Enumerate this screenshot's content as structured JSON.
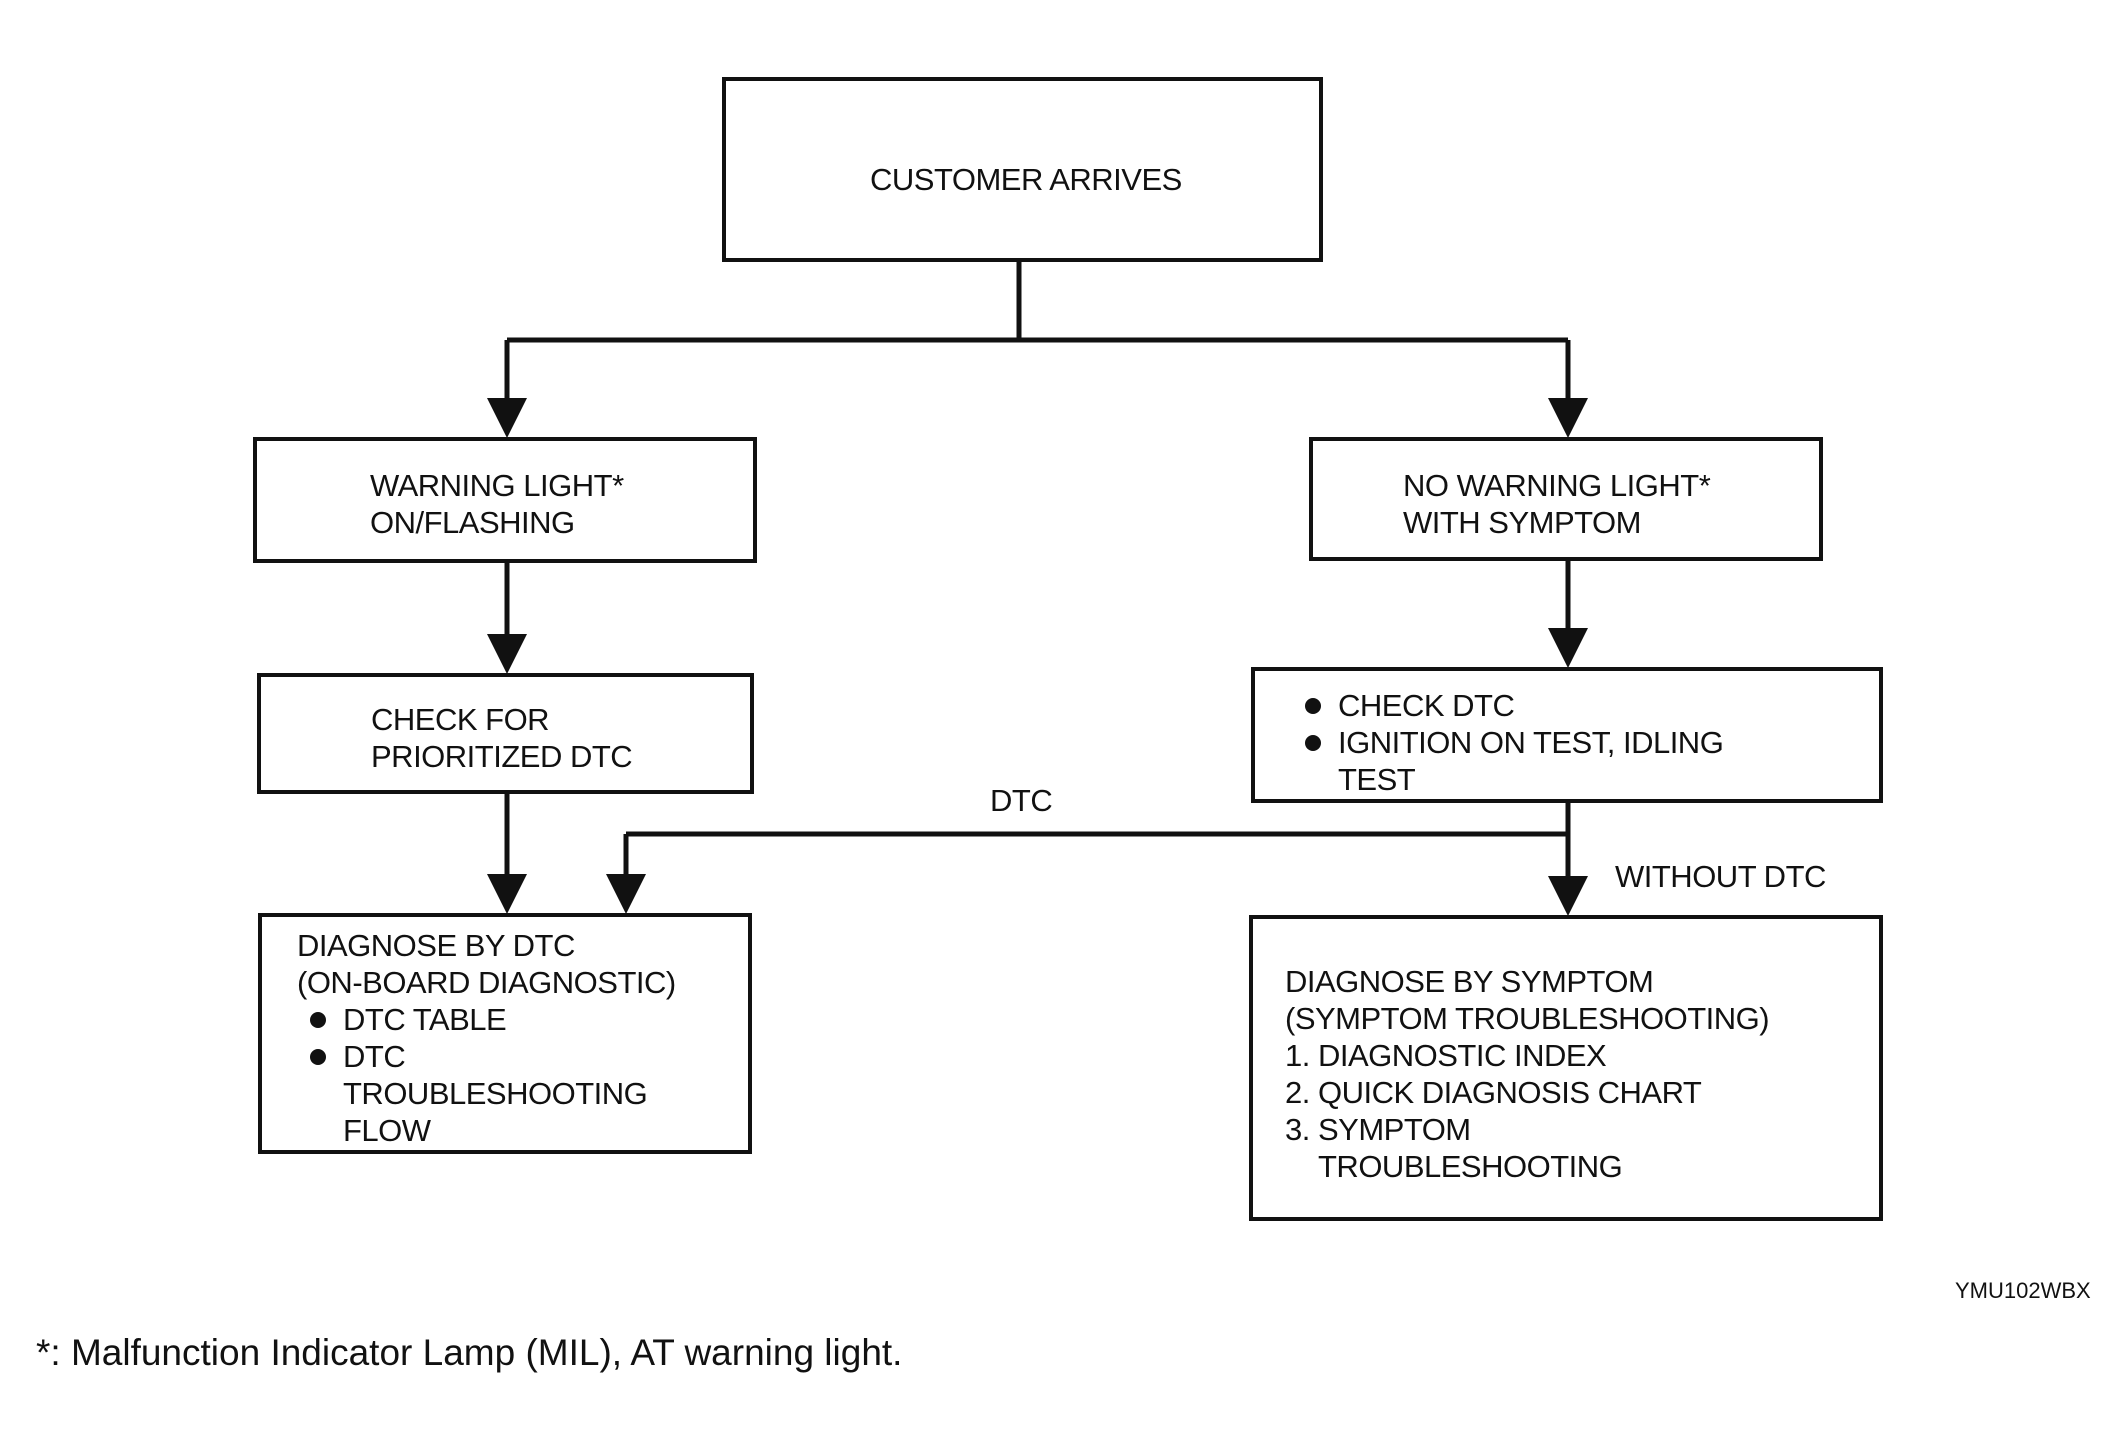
{
  "boxes": {
    "customer_arrives": "CUSTOMER ARRIVES",
    "warning_light": {
      "lines": [
        "WARNING LIGHT*",
        "ON/FLASHING"
      ]
    },
    "no_warning_light": {
      "lines": [
        "NO WARNING LIGHT*",
        "WITH SYMPTOM"
      ]
    },
    "check_prioritized": {
      "lines": [
        "CHECK FOR",
        "PRIORITIZED DTC"
      ]
    },
    "check_dtc": {
      "bullet1": "CHECK DTC",
      "bullet2_line1": "IGNITION ON TEST, IDLING",
      "bullet2_line2": "TEST"
    },
    "diagnose_by_dtc": {
      "title1": "DIAGNOSE BY DTC",
      "title2": "(ON-BOARD DIAGNOSTIC)",
      "bullet1": "DTC TABLE",
      "bullet2_line1": "DTC",
      "bullet2_line2": "TROUBLESHOOTING",
      "bullet2_line3": "FLOW"
    },
    "diagnose_by_symptom": {
      "title1": "DIAGNOSE BY SYMPTOM",
      "title2": "(SYMPTOM TROUBLESHOOTING)",
      "item1": "1. DIAGNOSTIC INDEX",
      "item2": "2. QUICK DIAGNOSIS CHART",
      "item3_line1": "3. SYMPTOM",
      "item3_line2": "TROUBLESHOOTING"
    }
  },
  "edge_labels": {
    "dtc": "DTC",
    "without_dtc": "WITHOUT DTC"
  },
  "figure_code": "YMU102WBX",
  "footnote": "*: Malfunction Indicator Lamp (MIL), AT warning light."
}
